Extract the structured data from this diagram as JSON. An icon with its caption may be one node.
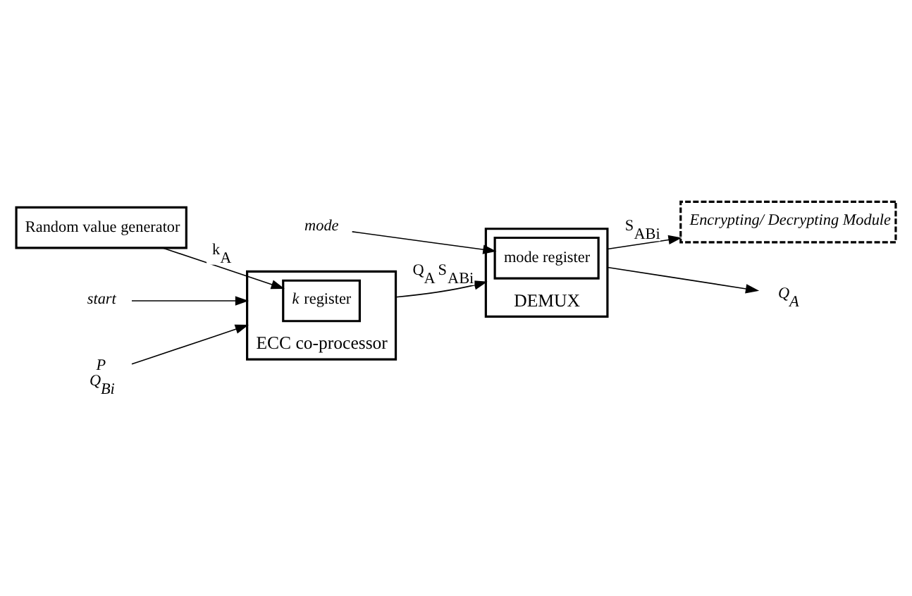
{
  "diagram": {
    "nodes": [
      {
        "text": [
          "Random value generator"
        ]
      },
      {
        "text": [
          "ECC co-processor"
        ]
      },
      {
        "text": [
          "*k* register"
        ],
        "in": 1
      },
      {
        "text": [
          "DEMUX"
        ]
      },
      {
        "text": [
          "mode register"
        ],
        "in": 3
      },
      {
        "text": [
          "Encrypting/ Decrypting Module"
        ]
      },
      {
        "text": [
          "start"
        ]
      },
      {
        "text": [
          "P",
          "Q$_{Bi}$"
        ]
      },
      {
        "text": [
          "mode"
        ]
      },
      {
        "text": [
          "Q$_{A}$"
        ]
      }
    ],
    "edges": [
      {
        "from": 0,
        "to": 2,
        "arrow": "to",
        "label": "k$_{A}$"
      },
      {
        "from": 6,
        "to": 1,
        "arrow": "to"
      },
      {
        "from": 7,
        "to": 1,
        "arrow": "to"
      },
      {
        "from": 1,
        "to": 3,
        "arrow": "to",
        "label": "Q$_{A}$ S$_{ABi}$"
      },
      {
        "from": 8,
        "to": 4,
        "arrow": "to"
      },
      {
        "from": 3,
        "to": 9,
        "arrow": "to"
      },
      {
        "from": 3,
        "to": 5,
        "arrow": "to",
        "label": "S$_{ABi}$"
      }
    ]
  }
}
